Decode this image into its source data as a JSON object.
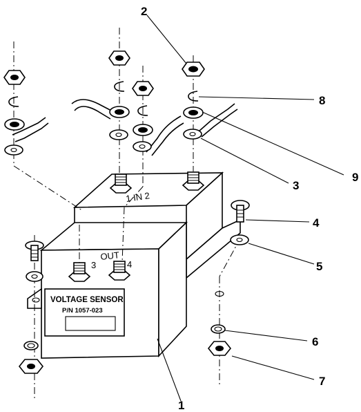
{
  "callouts": [
    "1",
    "2",
    "3",
    "4",
    "5",
    "6",
    "7",
    "8",
    "9"
  ],
  "terminal_labels": {
    "in": "1  IN  2",
    "out": "OUT",
    "t3": "3",
    "t4": "4"
  },
  "nameplate": {
    "line1": "VOLTAGE SENSOR",
    "line2": "P/N 1057-023"
  }
}
